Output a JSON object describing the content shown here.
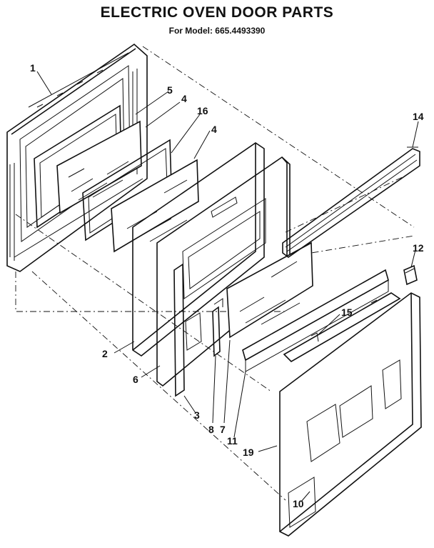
{
  "header": {
    "title": "ELECTRIC OVEN DOOR PARTS",
    "subtitle": "For Model: 665.4493390"
  },
  "callouts": [
    {
      "id": "c1",
      "label": "1"
    },
    {
      "id": "c2",
      "label": "2"
    },
    {
      "id": "c3",
      "label": "3"
    },
    {
      "id": "c4a",
      "label": "4"
    },
    {
      "id": "c4b",
      "label": "4"
    },
    {
      "id": "c5",
      "label": "5"
    },
    {
      "id": "c6",
      "label": "6"
    },
    {
      "id": "c7",
      "label": "7"
    },
    {
      "id": "c8",
      "label": "8"
    },
    {
      "id": "c10",
      "label": "10"
    },
    {
      "id": "c11",
      "label": "11"
    },
    {
      "id": "c12",
      "label": "12"
    },
    {
      "id": "c14",
      "label": "14"
    },
    {
      "id": "c15",
      "label": "15"
    },
    {
      "id": "c16",
      "label": "16"
    },
    {
      "id": "c19",
      "label": "19"
    }
  ]
}
